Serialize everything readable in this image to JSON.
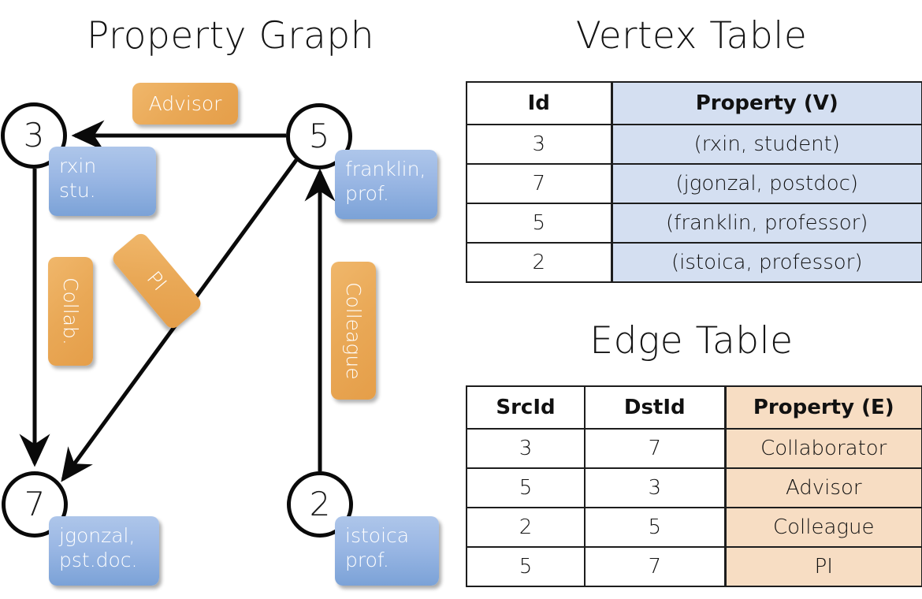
{
  "titles": {
    "property_graph": "Property Graph",
    "vertex_table": "Vertex Table",
    "edge_table": "Edge Table"
  },
  "graph": {
    "nodes": [
      {
        "id": "3",
        "name": "rxin",
        "role": "stu."
      },
      {
        "id": "5",
        "name": "franklin,",
        "role": "prof."
      },
      {
        "id": "7",
        "name": "jgonzal,",
        "role": "pst.doc."
      },
      {
        "id": "2",
        "name": "istoica",
        "role": "prof."
      }
    ],
    "edge_labels": {
      "advisor": "Advisor",
      "collab": "Collab.",
      "pi": "PI",
      "colleague": "Colleague"
    }
  },
  "vertex_table": {
    "headers": [
      "Id",
      "Property (V)"
    ],
    "rows": [
      {
        "id": "3",
        "property": "(rxin, student)"
      },
      {
        "id": "7",
        "property": "(jgonzal, postdoc)"
      },
      {
        "id": "5",
        "property": "(franklin, professor)"
      },
      {
        "id": "2",
        "property": "(istoica, professor)"
      }
    ]
  },
  "edge_table": {
    "headers": [
      "SrcId",
      "DstId",
      "Property (E)"
    ],
    "rows": [
      {
        "src": "3",
        "dst": "7",
        "property": "Collaborator"
      },
      {
        "src": "5",
        "dst": "3",
        "property": "Advisor"
      },
      {
        "src": "2",
        "dst": "5",
        "property": "Colleague"
      },
      {
        "src": "5",
        "dst": "7",
        "property": "PI"
      }
    ]
  },
  "colors": {
    "vertex_property_fill": "#d4dff1",
    "edge_property_fill": "#f7ddc3",
    "node_box_blue": "#9ab7e4",
    "edge_label_orange": "#e9a856",
    "stroke": "#111111",
    "background": "#ffffff"
  }
}
